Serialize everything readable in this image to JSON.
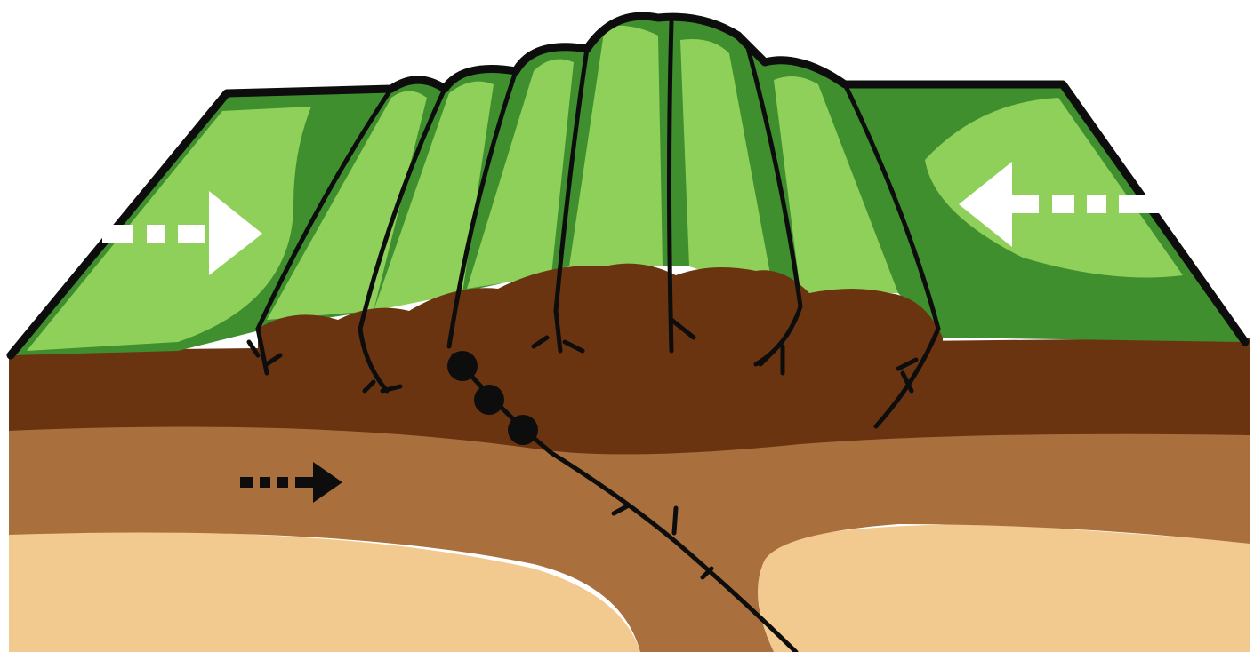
{
  "diagram": {
    "type": "block-diagram",
    "colors": {
      "background": "#ffffff",
      "outline": "#0d0d0d",
      "surface_light_green": "#8fd05a",
      "surface_dark_green": "#3f8f2e",
      "upper_crust_dark_brown": "#6b3411",
      "lower_crust_brown": "#a9703e",
      "mantle_tan": "#f2c98f",
      "arrow_white": "#ffffff",
      "arrow_black": "#0d0d0d"
    },
    "arrows": [
      {
        "name": "left-push-arrow",
        "color": "white",
        "style": "dashed",
        "direction": "right"
      },
      {
        "name": "right-push-arrow",
        "color": "white",
        "style": "dashed",
        "direction": "left"
      },
      {
        "name": "subsurface-arrow",
        "color": "black",
        "style": "dashed",
        "direction": "right"
      }
    ],
    "fault_count": 7,
    "earthquake_markers": 3
  }
}
